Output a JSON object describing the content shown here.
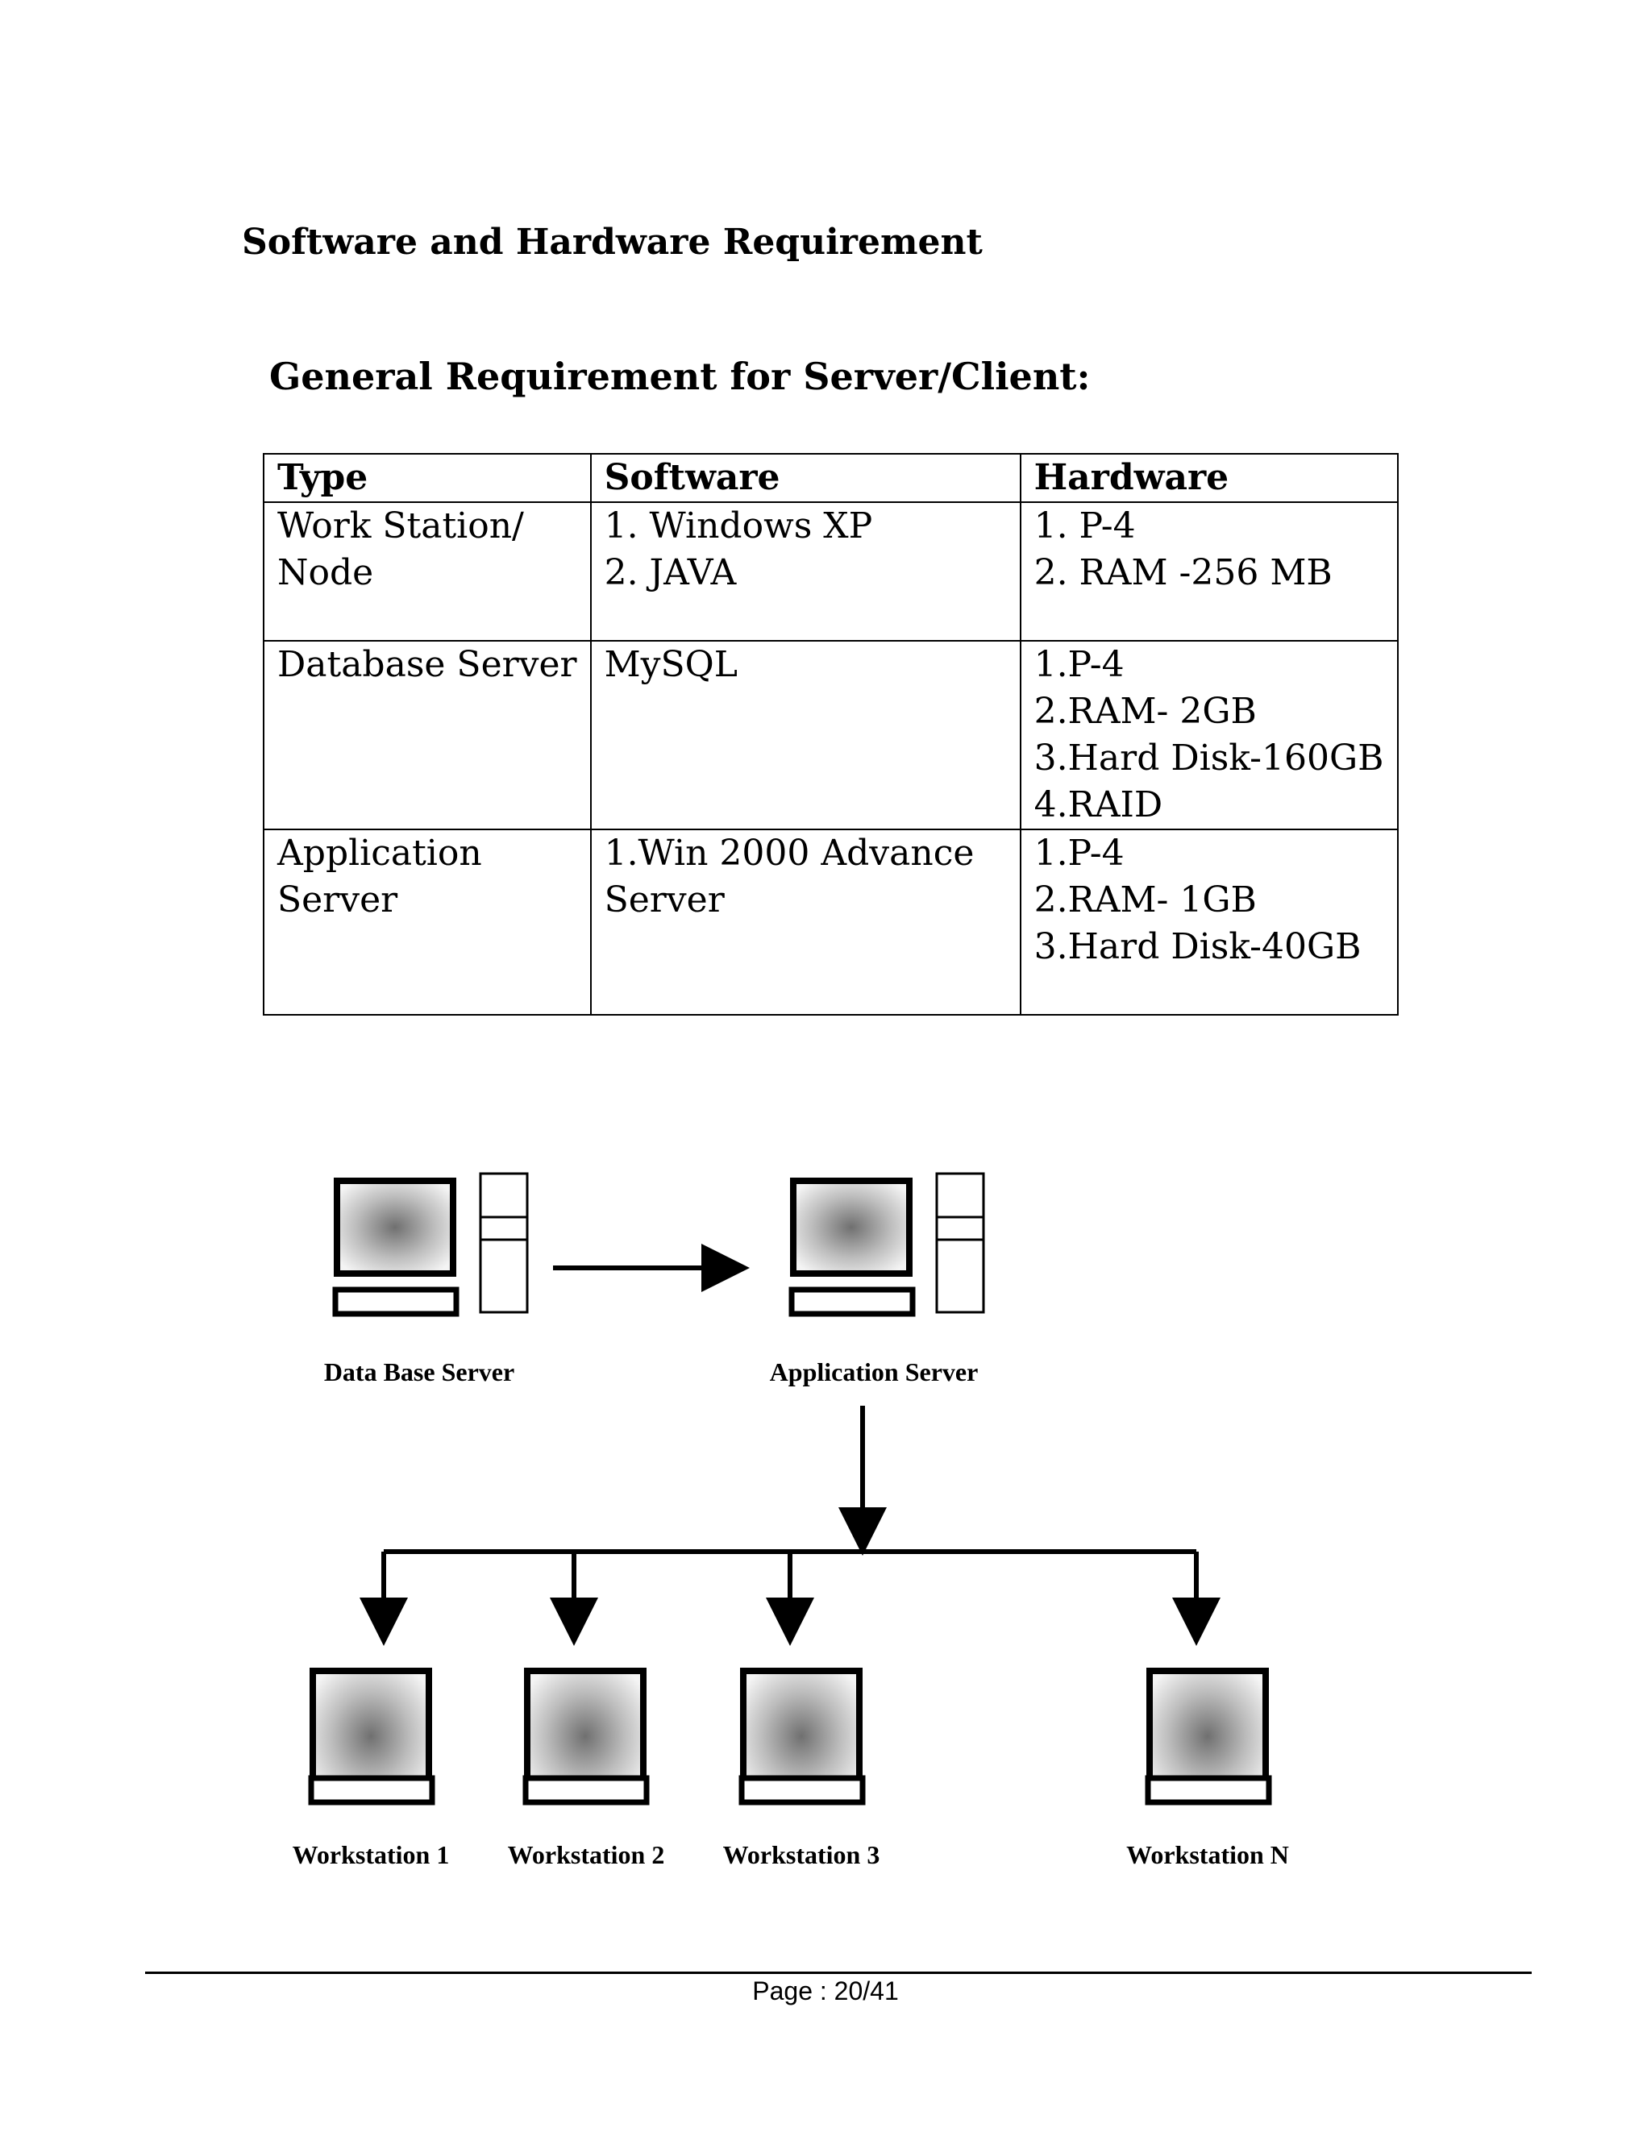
{
  "section_title": "Software and Hardware Requirement",
  "subsection_title": "General Requirement for Server/Client:",
  "table": {
    "headers": [
      "Type",
      "Software",
      "Hardware"
    ],
    "rows": [
      {
        "type": [
          "Work Station/",
          "Node"
        ],
        "software": [
          "1. Windows XP",
          "2. JAVA"
        ],
        "hardware": [
          "1. P-4",
          "2. RAM -256 MB"
        ]
      },
      {
        "type": [
          "Database Server"
        ],
        "software": [
          "MySQL"
        ],
        "hardware": [
          "1.P-4",
          "2.RAM- 2GB",
          "3.Hard Disk-160GB",
          "4.RAID"
        ]
      },
      {
        "type": [
          "Application",
          "Server"
        ],
        "software": [
          "1.Win 2000 Advance",
          "Server"
        ],
        "hardware": [
          "1.P-4",
          "2.RAM- 1GB",
          "3.Hard Disk-40GB"
        ]
      }
    ]
  },
  "diagram": {
    "nodes": {
      "db_server": "Data Base Server",
      "app_server": "Application Server",
      "ws1": "Workstation 1",
      "ws2": "Workstation 2",
      "ws3": "Workstation 3",
      "wsn": "Workstation N"
    }
  },
  "footer": {
    "page": "Page : 20/41"
  }
}
